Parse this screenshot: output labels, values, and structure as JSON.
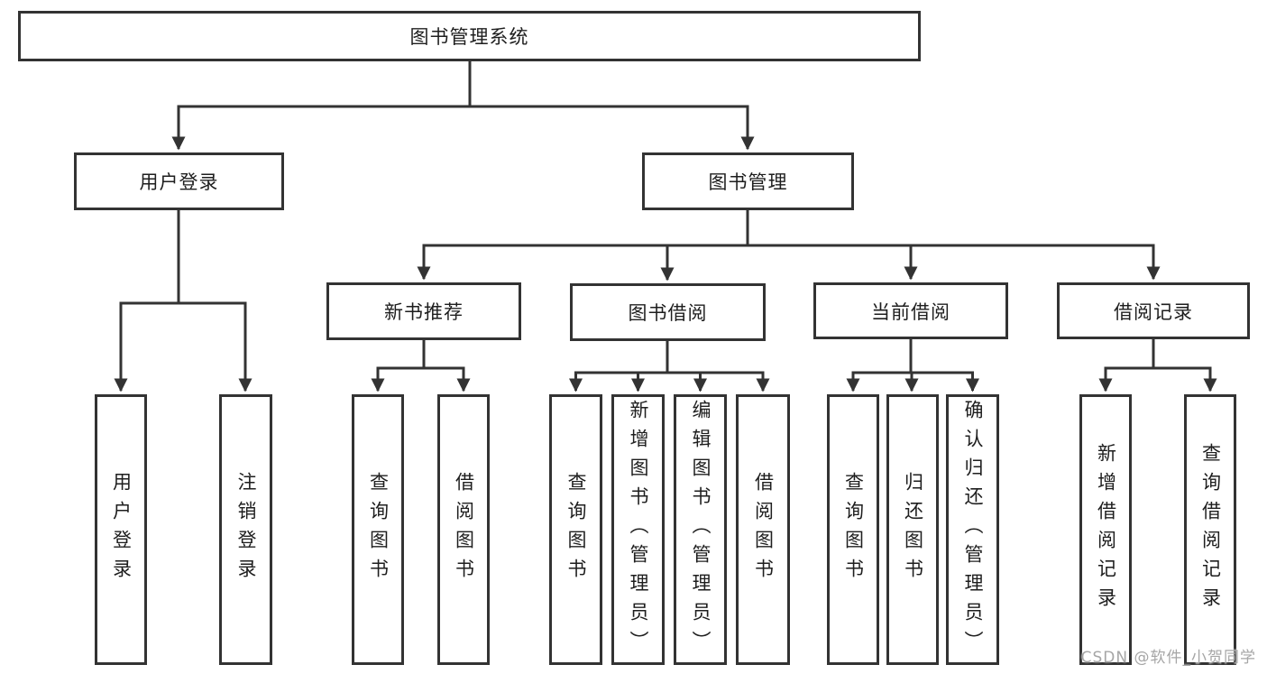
{
  "diagram": {
    "type": "hierarchy-tree",
    "colors": {
      "line": "#333333",
      "box_border": "#333333",
      "text": "#1e1e1e",
      "background": "#ffffff",
      "watermark": "#a6a6a6"
    },
    "nodes": {
      "root": {
        "label": "图书管理系统"
      },
      "user_login": {
        "label": "用户登录"
      },
      "book_mgmt": {
        "label": "图书管理"
      },
      "new_books": {
        "label": "新书推荐"
      },
      "book_borrow": {
        "label": "图书借阅"
      },
      "current_borrow": {
        "label": "当前借阅"
      },
      "borrow_records": {
        "label": "借阅记录"
      },
      "login": {
        "label": "用户登录"
      },
      "logout": {
        "label": "注销登录"
      },
      "nb_query": {
        "label": "查询图书"
      },
      "nb_borrow": {
        "label": "借阅图书"
      },
      "bb_query": {
        "label": "查询图书"
      },
      "bb_add": {
        "label": "新增图书（管理员）"
      },
      "bb_edit": {
        "label": "编辑图书（管理员）"
      },
      "bb_borrow": {
        "label": "借阅图书"
      },
      "cb_query": {
        "label": "查询图书"
      },
      "cb_return": {
        "label": "归还图书"
      },
      "cb_confirm": {
        "label": "确认归还（管理员）"
      },
      "br_add": {
        "label": "新增借阅记录"
      },
      "br_query": {
        "label": "查询借阅记录"
      }
    },
    "edges": [
      {
        "from": "root",
        "to": [
          "user_login",
          "book_mgmt"
        ]
      },
      {
        "from": "user_login",
        "to": [
          "login",
          "logout"
        ]
      },
      {
        "from": "book_mgmt",
        "to": [
          "new_books",
          "book_borrow",
          "current_borrow",
          "borrow_records"
        ]
      },
      {
        "from": "new_books",
        "to": [
          "nb_query",
          "nb_borrow"
        ]
      },
      {
        "from": "book_borrow",
        "to": [
          "bb_query",
          "bb_add",
          "bb_edit",
          "bb_borrow"
        ]
      },
      {
        "from": "current_borrow",
        "to": [
          "cb_query",
          "cb_return",
          "cb_confirm"
        ]
      },
      {
        "from": "borrow_records",
        "to": [
          "br_add",
          "br_query"
        ]
      }
    ],
    "watermark": "CSDN @软件_小贺同学"
  }
}
